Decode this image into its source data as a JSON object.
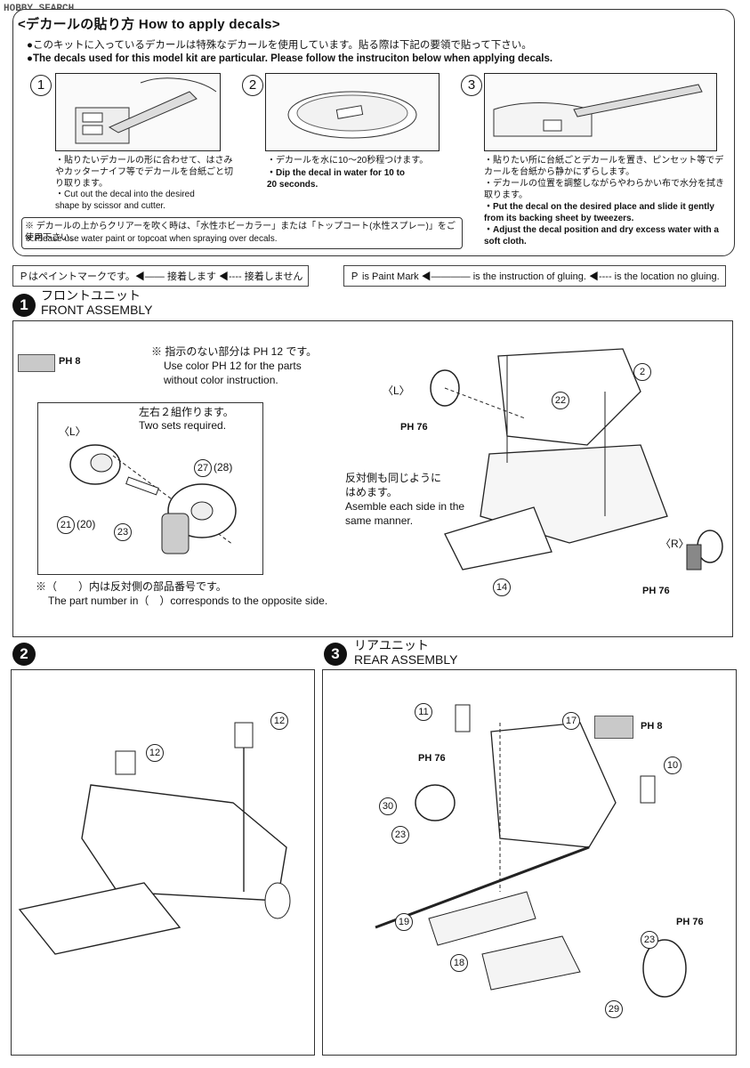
{
  "watermark": "HOBBY SEARCH",
  "decals": {
    "title": "<デカールの貼り方 How to apply decals>",
    "intro_ja": "●このキットに入っているデカールは特殊なデカールを使用しています。貼る際は下記の要領で貼って下さい。",
    "intro_en": "●The decals used for this model kit are particular. Please follow the instruciton below when applying decals.",
    "steps": [
      {
        "num": "1",
        "ja": "・貼りたいデカールの形に合わせて、はさみやカッターナイフ等でデカールを台紙ごと切り取ります。",
        "en": "・Cut out the decal into the desired shape by scissor and cutter."
      },
      {
        "num": "2",
        "ja": "・デカールを水に10〜20秒程つけます。",
        "en": "・Dip the decal in water for 10 to 20 seconds."
      },
      {
        "num": "3",
        "ja": "・貼りたい所に台紙ごとデカールを置き、ピンセット等でデカールを台紙から静かにずらします。",
        "ja2": "・デカールの位置を調整しながらやわらかい布で水分を拭き取ります。",
        "en": "・Put the decal on the desired place and slide it gently from its backing sheet by tweezers.",
        "en2": "・Adjust the decal position and dry excess water with a soft cloth."
      }
    ],
    "note_ja": "※ デカールの上からクリアーを吹く時は、「水性ホビーカラー」または「トップコート(水性スプレー)」をご使用下さい。",
    "note_en": "※ Please use water paint or topcoat when spraying over decals."
  },
  "legend_ja": "Ｐはペイントマークです。◀―― 接着します ◀‐‐‐‐ 接着しません",
  "legend_en": "Ｐ is Paint Mark ◀―――― is the instruction of gluing. ◀‐‐‐‐ is the location no gluing.",
  "step1": {
    "num": "1",
    "title_ja": "フロントユニット",
    "title_en": "FRONT ASSEMBLY",
    "swatch_code": "PH 8",
    "note1_ja": "※ 指示のない部分は PH 12 です。",
    "note1_en1": "Use color PH 12 for the parts",
    "note1_en2": "without color instruction.",
    "inset_ja": "左右２組作ります。",
    "inset_en": "Two sets required.",
    "inset_L": "〈L〉",
    "side_ja1": "反対側も同じように",
    "side_ja2": "はめます。",
    "side_en1": "Asemble each side in the",
    "side_en2": "same manner.",
    "label_L": "〈L〉",
    "label_R": "〈R〉",
    "ph76": "PH 76",
    "foot_ja": "※（　　）内は反対側の部品番号です。",
    "foot_en": "The part number in（　）corresponds to the opposite side.",
    "parts": {
      "p2": "2",
      "p22": "22",
      "p14": "14",
      "p27": "27",
      "p28": "(28)",
      "p21": "21",
      "p20": "(20)",
      "p23": "23"
    }
  },
  "step2": {
    "num": "2",
    "parts": {
      "a": "12",
      "b": "12"
    }
  },
  "step3": {
    "num": "3",
    "title_ja": "リアユニット",
    "title_en": "REAR ASSEMBLY",
    "swatch_code": "PH 8",
    "ph76": "PH 76",
    "parts": {
      "p11": "11",
      "p17": "17",
      "p10": "10",
      "p30": "30",
      "p23a": "23",
      "p19": "19",
      "p18": "18",
      "p23b": "23",
      "p29": "29"
    }
  }
}
